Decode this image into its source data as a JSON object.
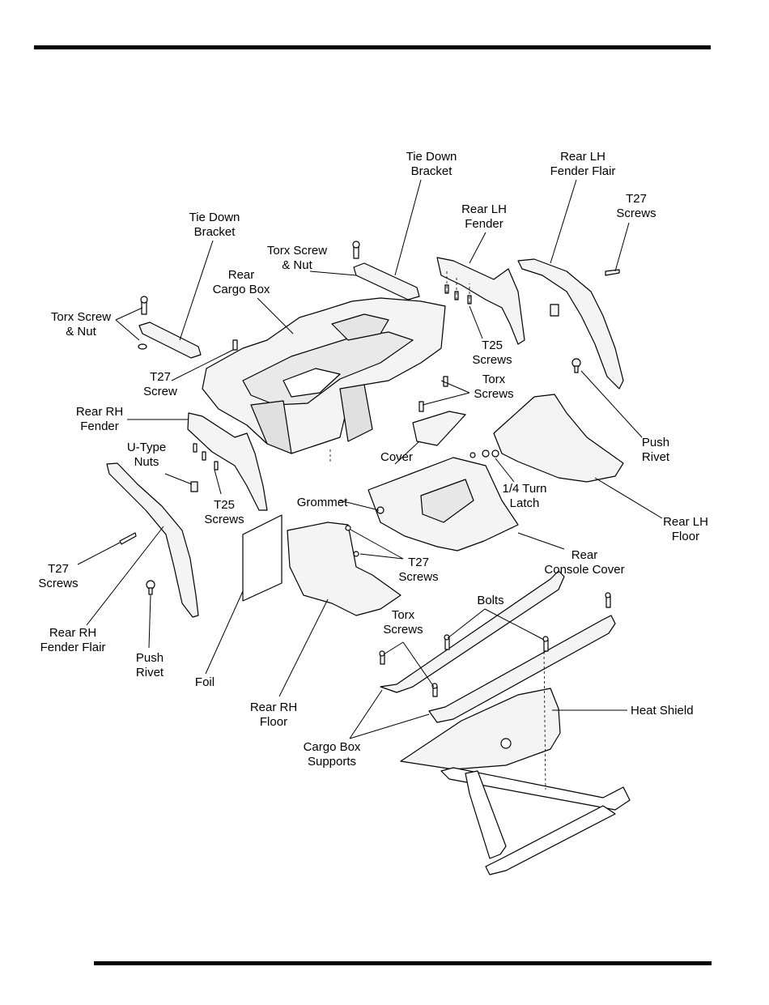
{
  "colors": {
    "ink": "#000000",
    "paper": "#ffffff",
    "part_fill": "#f4f4f4",
    "shade": "#d9d9d9"
  },
  "labels": {
    "tie_down_bracket_top": [
      "Tie Down",
      "Bracket"
    ],
    "rear_lh_fender_flair": [
      "Rear LH",
      "Fender Flair"
    ],
    "t27_screws_top": [
      "T27",
      "Screws"
    ],
    "rear_lh_fender": [
      "Rear LH",
      "Fender"
    ],
    "tie_down_bracket_left": [
      "Tie Down",
      "Bracket"
    ],
    "torx_screw_nut_center": [
      "Torx Screw",
      "& Nut"
    ],
    "rear_cargo_box": [
      "Rear",
      "Cargo Box"
    ],
    "torx_screw_nut_left": [
      "Torx Screw",
      "& Nut"
    ],
    "t25_screws_top": [
      "T25",
      "Screws"
    ],
    "t27_screw": [
      "T27",
      "Screw"
    ],
    "torx_screws_right": [
      "Torx",
      "Screws"
    ],
    "rear_rh_fender": [
      "Rear RH",
      "Fender"
    ],
    "push_rivet_right": [
      "Push",
      "Rivet"
    ],
    "u_type_nuts": [
      "U-Type",
      "Nuts"
    ],
    "cover": [
      "Cover"
    ],
    "quarter_turn_latch": [
      "1/4 Turn",
      "Latch"
    ],
    "grommet": [
      "Grommet"
    ],
    "t25_screws_left": [
      "T25",
      "Screws"
    ],
    "rear_lh_floor": [
      "Rear LH",
      "Floor"
    ],
    "t27_screws_mid": [
      "T27",
      "Screws"
    ],
    "rear_console_cover": [
      "Rear",
      "Console Cover"
    ],
    "t27_screws_left": [
      "T27",
      "Screws"
    ],
    "bolts": [
      "Bolts"
    ],
    "rear_rh_fender_flair": [
      "Rear RH",
      "Fender Flair"
    ],
    "torx_screws_lower": [
      "Torx",
      "Screws"
    ],
    "push_rivet_left": [
      "Push",
      "Rivet"
    ],
    "foil": [
      "Foil"
    ],
    "heat_shield": [
      "Heat Shield"
    ],
    "rear_rh_floor": [
      "Rear RH",
      "Floor"
    ],
    "cargo_box_supports": [
      "Cargo Box",
      "Supports"
    ]
  }
}
